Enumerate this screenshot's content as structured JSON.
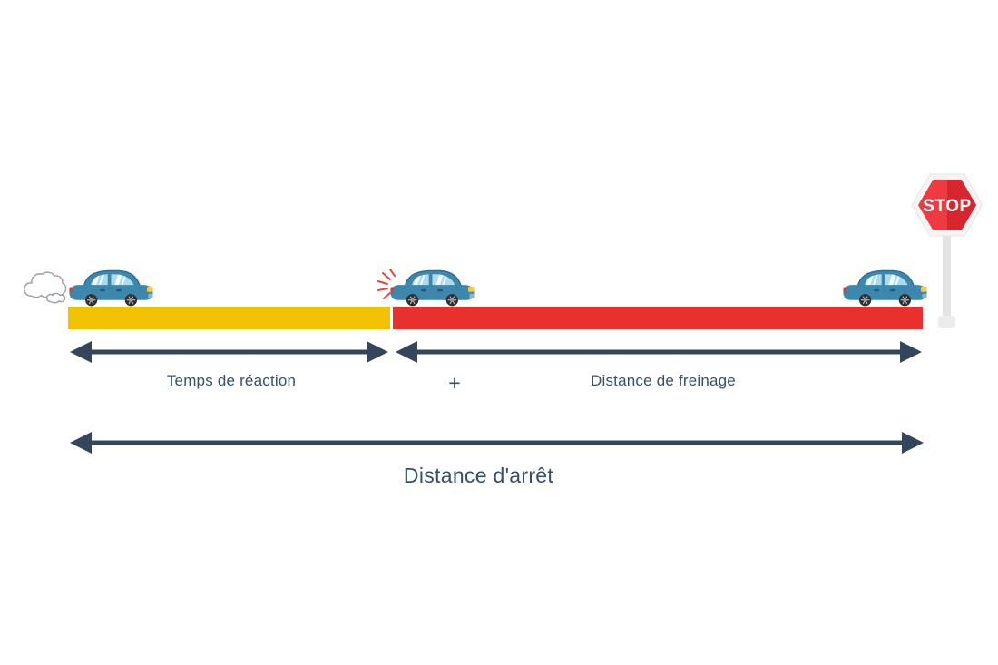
{
  "labels": {
    "reaction": "Temps de réaction",
    "plus": "+",
    "braking": "Distance de freinage",
    "total": "Distance d'arrêt"
  },
  "stop_sign": {
    "text": "STOP"
  },
  "segments": [
    {
      "name": "reaction_time",
      "label": "Temps de réaction",
      "bar_color": "#F2C200"
    },
    {
      "name": "braking_distance",
      "label": "Distance de freinage",
      "bar_color": "#E8302E"
    }
  ],
  "total": {
    "label": "Distance d'arrêt"
  },
  "colors": {
    "reaction-bar": "#F2C200",
    "braking-bar": "#E8302E",
    "arrow": "#35465C",
    "text": "#36506A",
    "car-body": "#3D87AC",
    "car-window": "#ABDCEC",
    "sign-red": "#EE3A41",
    "sign-red-dark": "#D8262F",
    "pole": "#E3E3E3"
  }
}
